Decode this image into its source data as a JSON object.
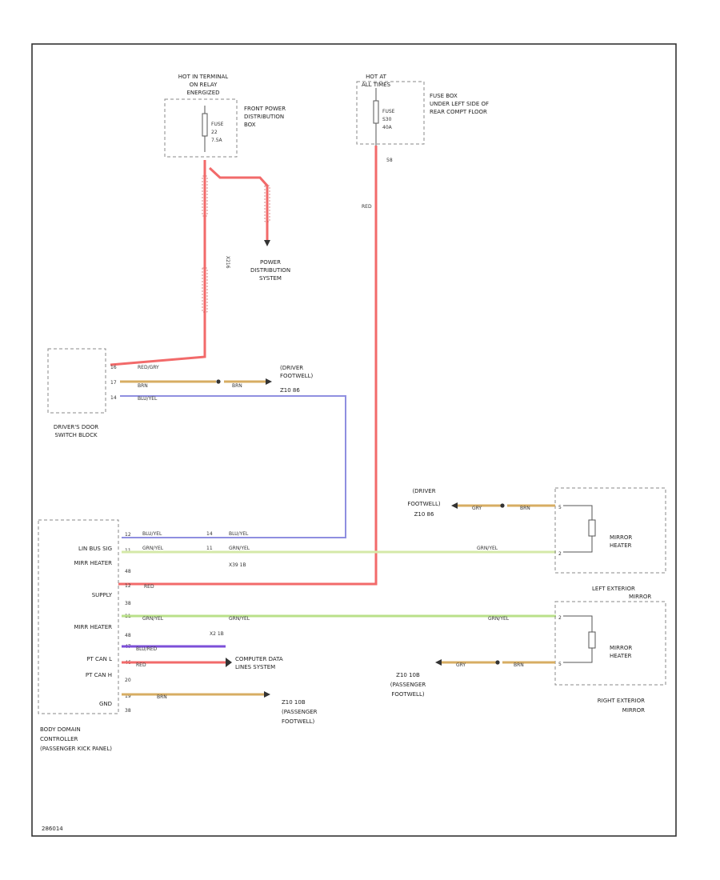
{
  "diagram_id": "286014",
  "sources": {
    "hot_ign": {
      "title_l1": "HOT IN TERMINAL",
      "title_l2": "ON RELAY",
      "title_l3": "ENERGIZED",
      "fuse_l1": "FUSE",
      "fuse_l2": "22",
      "fuse_l3": "7.5A",
      "box_l1": "FRONT POWER",
      "box_l2": "DISTRIBUTION",
      "box_l3": "BOX"
    },
    "hot_all": {
      "title_l1": "HOT AT",
      "title_l2": "ALL TIMES",
      "fuse_l1": "FUSE",
      "fuse_l2": "S30",
      "fuse_l3": "40A",
      "box_l1": "FUSE BOX",
      "box_l2": "UNDER LEFT SIDE OF",
      "box_l3": "REAR COMPT FLOOR",
      "pin": "58"
    }
  },
  "pds": {
    "l1": "POWER",
    "l2": "DISTRIBUTION",
    "l3": "SYSTEM"
  },
  "connector_x216": "X216",
  "driver_door": {
    "label_l1": "DRIVER'S DOOR",
    "label_l2": "SWITCH BLOCK",
    "pins": [
      "16",
      "17",
      "14"
    ],
    "wires": [
      "RED/GRY",
      "BRN",
      "BLU/YEL"
    ],
    "ground_wire": "BRN",
    "ground_l1": "(DRIVER",
    "ground_l2": "FOOTWELL)",
    "ground_l3": "Z10 86"
  },
  "bdc": {
    "label_l1": "BODY DOMAIN",
    "label_l2": "CONTROLLER",
    "label_l3": "(PASSENGER KICK PANEL)",
    "signals": [
      "LIN BUS SIG",
      "MIRR HEATER",
      "SUPPLY",
      "MIRR HEATER",
      "PT CAN L",
      "PT CAN H",
      "GND"
    ],
    "pins": [
      "12",
      "11",
      "48",
      "12",
      "38",
      "11",
      "48",
      "47",
      "46",
      "20",
      "19",
      "38"
    ],
    "wires": [
      "BLU/YEL",
      "GRN/YEL",
      "RED",
      "GRN/YEL",
      "BLU/RED",
      "RED",
      "BRN"
    ],
    "conn_pins": [
      "14",
      "11"
    ],
    "conn_label": "X39 1B",
    "conn_label2": "X2 1B"
  },
  "cds": {
    "l1": "COMPUTER DATA",
    "l2": "LINES SYSTEM"
  },
  "pass_ground": {
    "l1": "Z10 10B",
    "l2": "(PASSENGER",
    "l3": "FOOTWELL)"
  },
  "left_mirror": {
    "label_l1": "LEFT EXTERIOR",
    "label_l2": "MIRROR",
    "heater_l1": "MIRROR",
    "heater_l2": "HEATER",
    "wire_in": "GRN/YEL",
    "pin_in": "2",
    "gnd_wire1": "GRY",
    "gnd_wire2": "BRN",
    "pin_gnd": "5",
    "ground_l1": "(DRIVER",
    "ground_l2": "FOOTWELL)",
    "ground_l3": "Z10 86"
  },
  "right_mirror": {
    "label_l1": "RIGHT EXTERIOR",
    "label_l2": "MIRROR",
    "heater_l1": "MIRROR",
    "heater_l2": "HEATER",
    "wire_in": "GRN/YEL",
    "pin_in": "2",
    "gnd_wire1": "GRY",
    "gnd_wire2": "BRN",
    "pin_gnd": "5",
    "ground_l1": "Z10 10B",
    "ground_l2": "(PASSENGER",
    "ground_l3": "FOOTWELL)"
  },
  "main_wire": "RED",
  "colors": {
    "red": "#f26a6a",
    "green": "#b9e08a",
    "brown": "#d7ad63",
    "blue": "#8f8fe0",
    "purple": "#7c4fd8",
    "gray": "#9a9aa8"
  }
}
